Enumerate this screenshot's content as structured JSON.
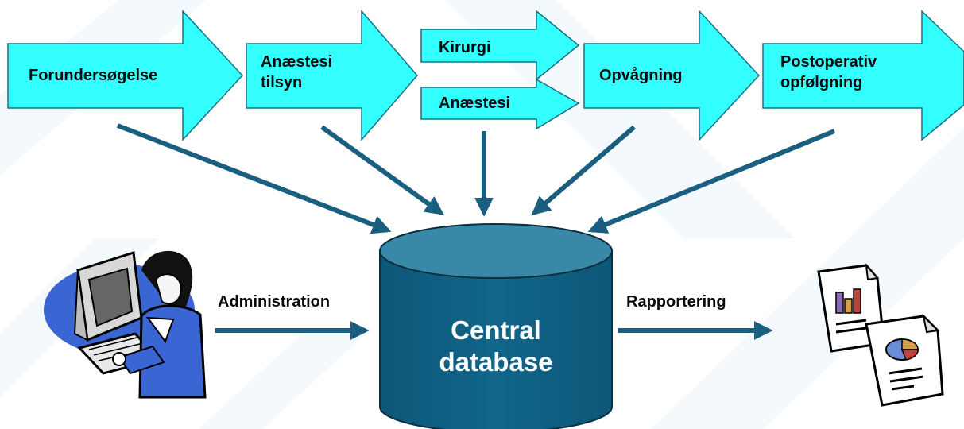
{
  "colors": {
    "arrow_fill": "#33ffff",
    "arrow_stroke": "#1e6f80",
    "connector": "#1a5f80",
    "database_fill": "#0f5f80",
    "database_top": "#3a88a8",
    "background_stripes": "#f0f8fb"
  },
  "process_steps": [
    {
      "line1": "Forundersøgelse",
      "line2": ""
    },
    {
      "line1": "Anæstesi",
      "line2": "tilsyn"
    },
    {
      "line1": "Kirurgi",
      "line2": ""
    },
    {
      "line1": "Anæstesi",
      "line2": ""
    },
    {
      "line1": "Opvågning",
      "line2": ""
    },
    {
      "line1": "Postoperativ",
      "line2": "opfølgning"
    }
  ],
  "database": {
    "line1": "Central",
    "line2": "database"
  },
  "left_flow": {
    "label": "Administration",
    "icon": "woman-at-computer-icon"
  },
  "right_flow": {
    "label": "Rapportering",
    "icon": "report-documents-icon"
  }
}
